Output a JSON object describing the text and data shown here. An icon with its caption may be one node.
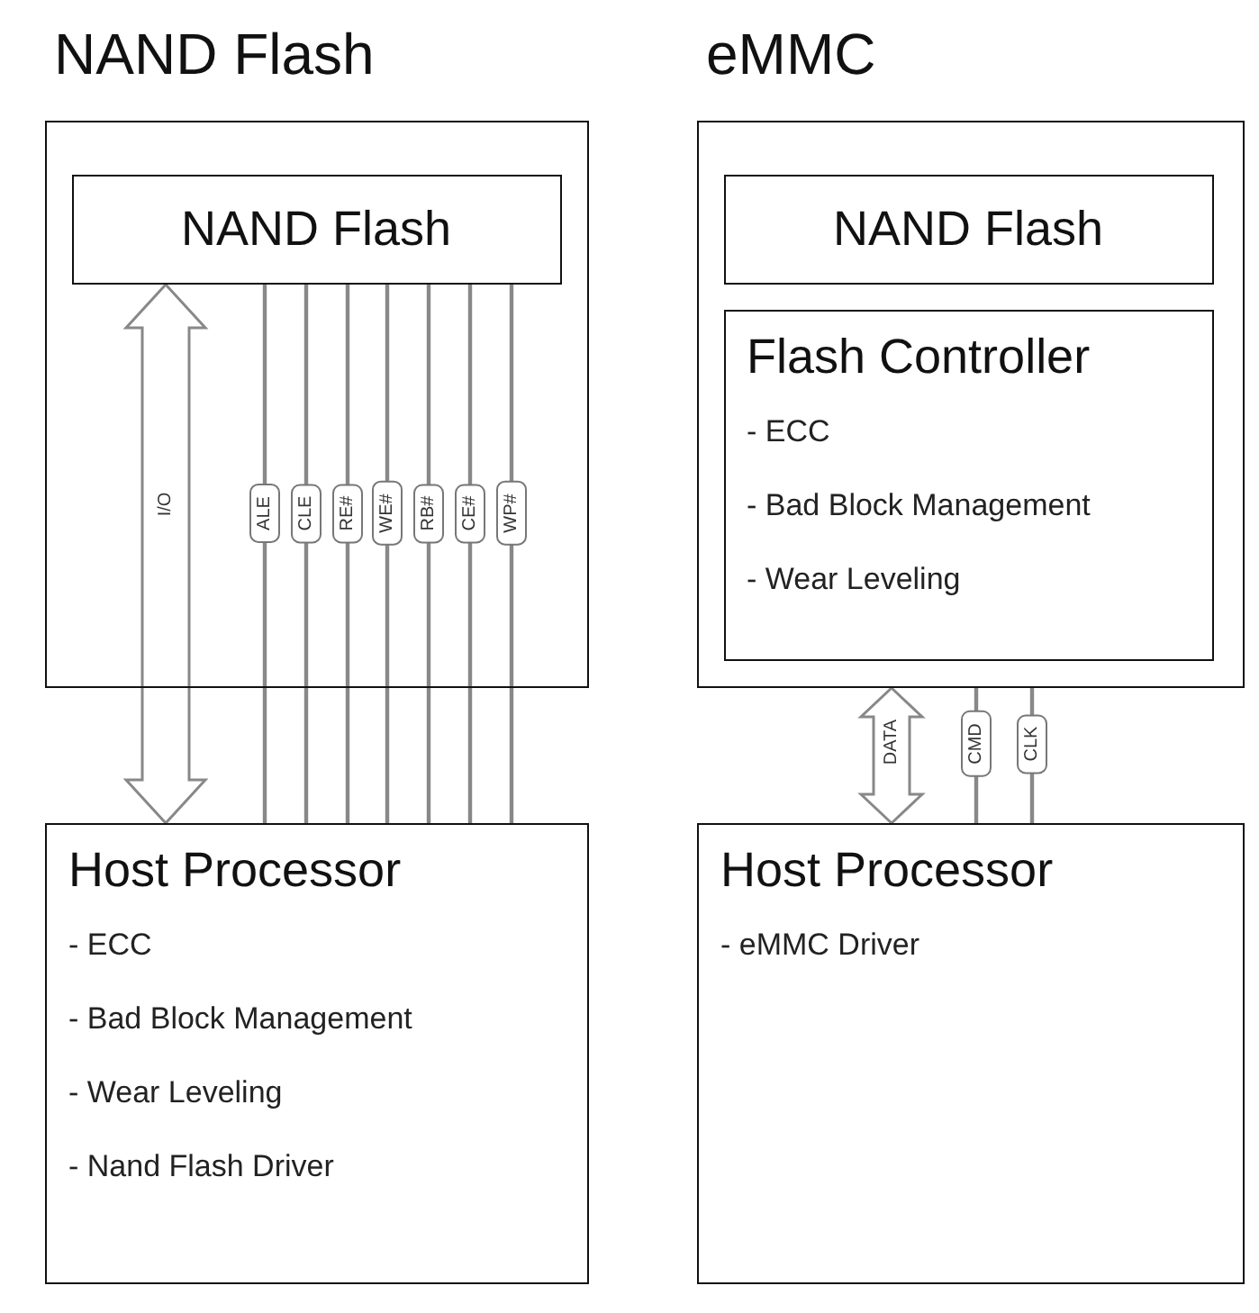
{
  "diagram": {
    "nodes": [
      {
        "text": [
          "NAND Flash"
        ]
      },
      {
        "text": [
          "NAND Flash"
        ],
        "in": 0
      },
      {
        "text": [
          "Host Processor",
          "- ECC",
          "- Bad Block Management",
          "- Wear Leveling",
          "- Nand Flash Driver"
        ]
      },
      {
        "text": [
          "eMMC"
        ]
      },
      {
        "text": [
          "NAND Flash"
        ],
        "in": 3
      },
      {
        "text": [
          "Flash Controller",
          "- ECC",
          "- Bad Block Management",
          "- Wear Leveling"
        ],
        "in": 3
      },
      {
        "text": [
          "Host Processor",
          "- eMMC Driver"
        ]
      }
    ],
    "edges": [
      {
        "from": 1,
        "to": 2,
        "arrow": "both",
        "label": "I/O",
        "style": "thick"
      },
      {
        "from": 1,
        "to": 2,
        "arrow": "none",
        "label": "ALE"
      },
      {
        "from": 1,
        "to": 2,
        "arrow": "none",
        "label": "CLE"
      },
      {
        "from": 1,
        "to": 2,
        "arrow": "none",
        "label": "RE#"
      },
      {
        "from": 1,
        "to": 2,
        "arrow": "none",
        "label": "WE#"
      },
      {
        "from": 1,
        "to": 2,
        "arrow": "none",
        "label": "RB#"
      },
      {
        "from": 1,
        "to": 2,
        "arrow": "none",
        "label": "CE#"
      },
      {
        "from": 1,
        "to": 2,
        "arrow": "none",
        "label": "WP#"
      },
      {
        "from": 3,
        "to": 6,
        "arrow": "both",
        "label": "DATA",
        "style": "thick"
      },
      {
        "from": 3,
        "to": 6,
        "arrow": "none",
        "label": "CMD"
      },
      {
        "from": 3,
        "to": 6,
        "arrow": "none",
        "label": "CLK"
      }
    ]
  }
}
